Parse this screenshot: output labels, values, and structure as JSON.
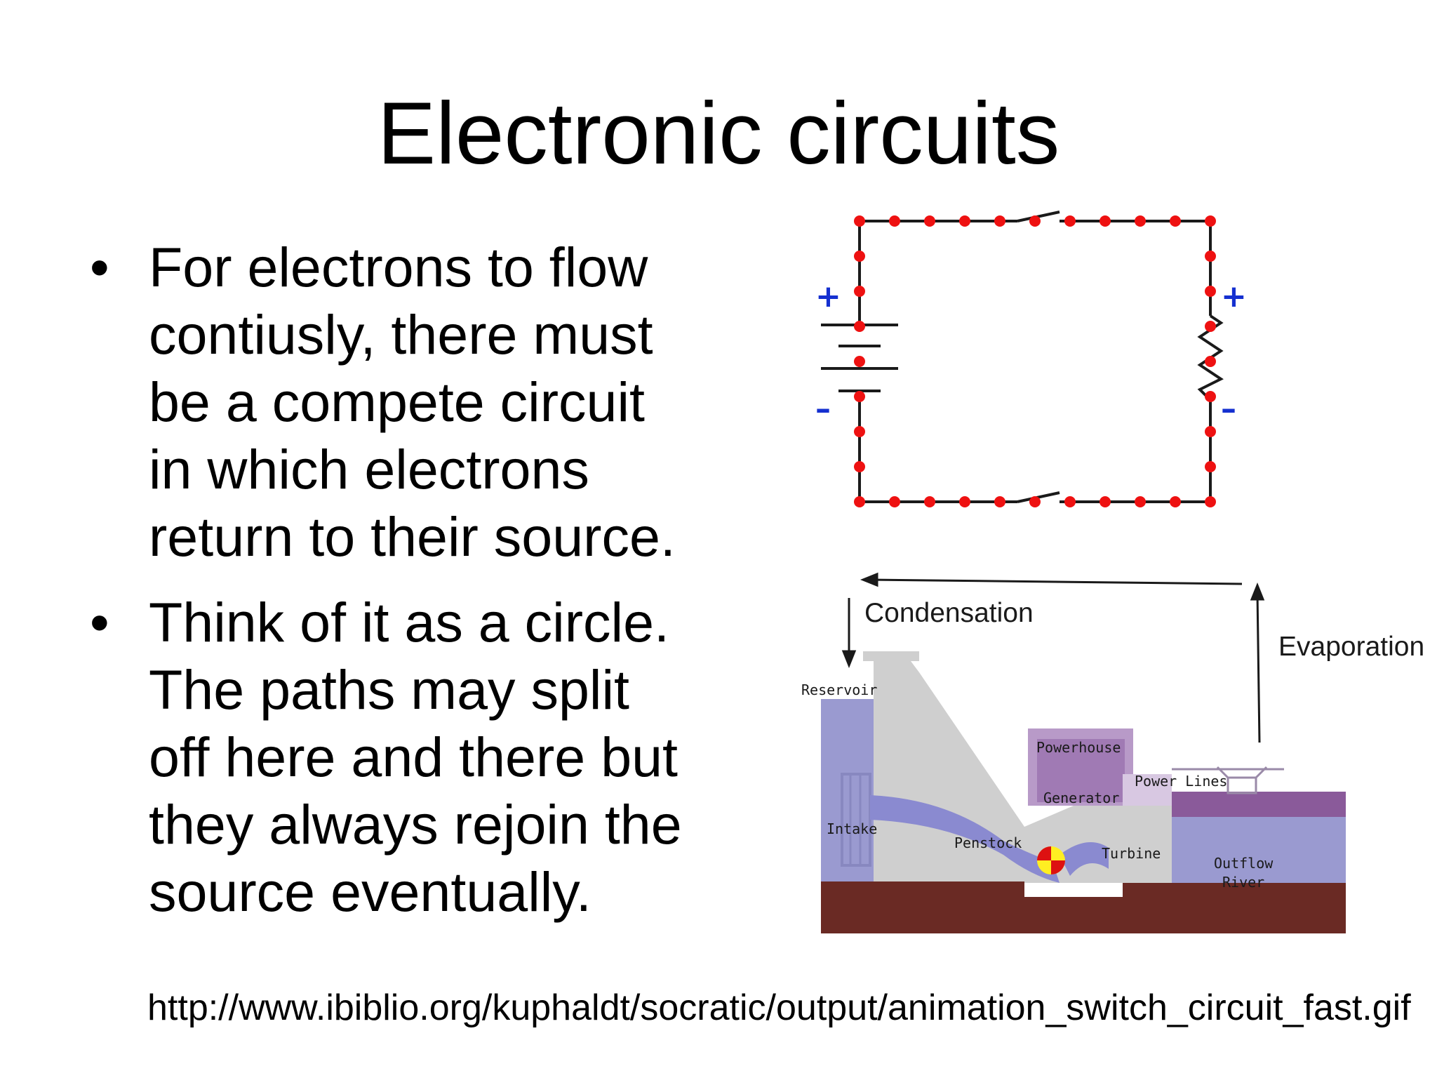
{
  "slide": {
    "title": "Electronic circuits",
    "bullets": [
      {
        "marker": "•",
        "lines": [
          "For electrons to flow",
          "contiusly, there must",
          "be a compete circuit",
          "in which electrons",
          "return to their source."
        ]
      },
      {
        "marker": "•",
        "lines": [
          "Think of it as a circle.",
          "The paths may split",
          "off here and there but",
          "they always rejoin the",
          "source eventually."
        ]
      }
    ],
    "source_url": "http://www.ibiblio.org/kuphaldt/socratic/output/animation_switch_circuit_fast.gif"
  },
  "circuit_diagram": {
    "battery_plus": "+",
    "battery_minus": "–",
    "resistor_plus": "+",
    "resistor_minus": "–",
    "wire_color": "#1a1a1a",
    "electron_color": "#ee1111",
    "polarity_color": "#1530d0"
  },
  "dam_diagram": {
    "cycle_labels": {
      "condensation": "Condensation",
      "evaporation": "Evaporation"
    },
    "labels": {
      "reservoir": "Reservoir",
      "powerhouse": "Powerhouse",
      "power_lines": "Power Lines",
      "generator": "Generator",
      "intake": "Intake",
      "penstock": "Penstock",
      "turbine": "Turbine",
      "outflow_line1": "Outflow",
      "outflow_line2": "River"
    },
    "colors": {
      "water": "#9a9ad0",
      "concrete": "#cfcfcf",
      "ground": "#6a2a24",
      "powerhouse": "#b89ac8"
    }
  }
}
